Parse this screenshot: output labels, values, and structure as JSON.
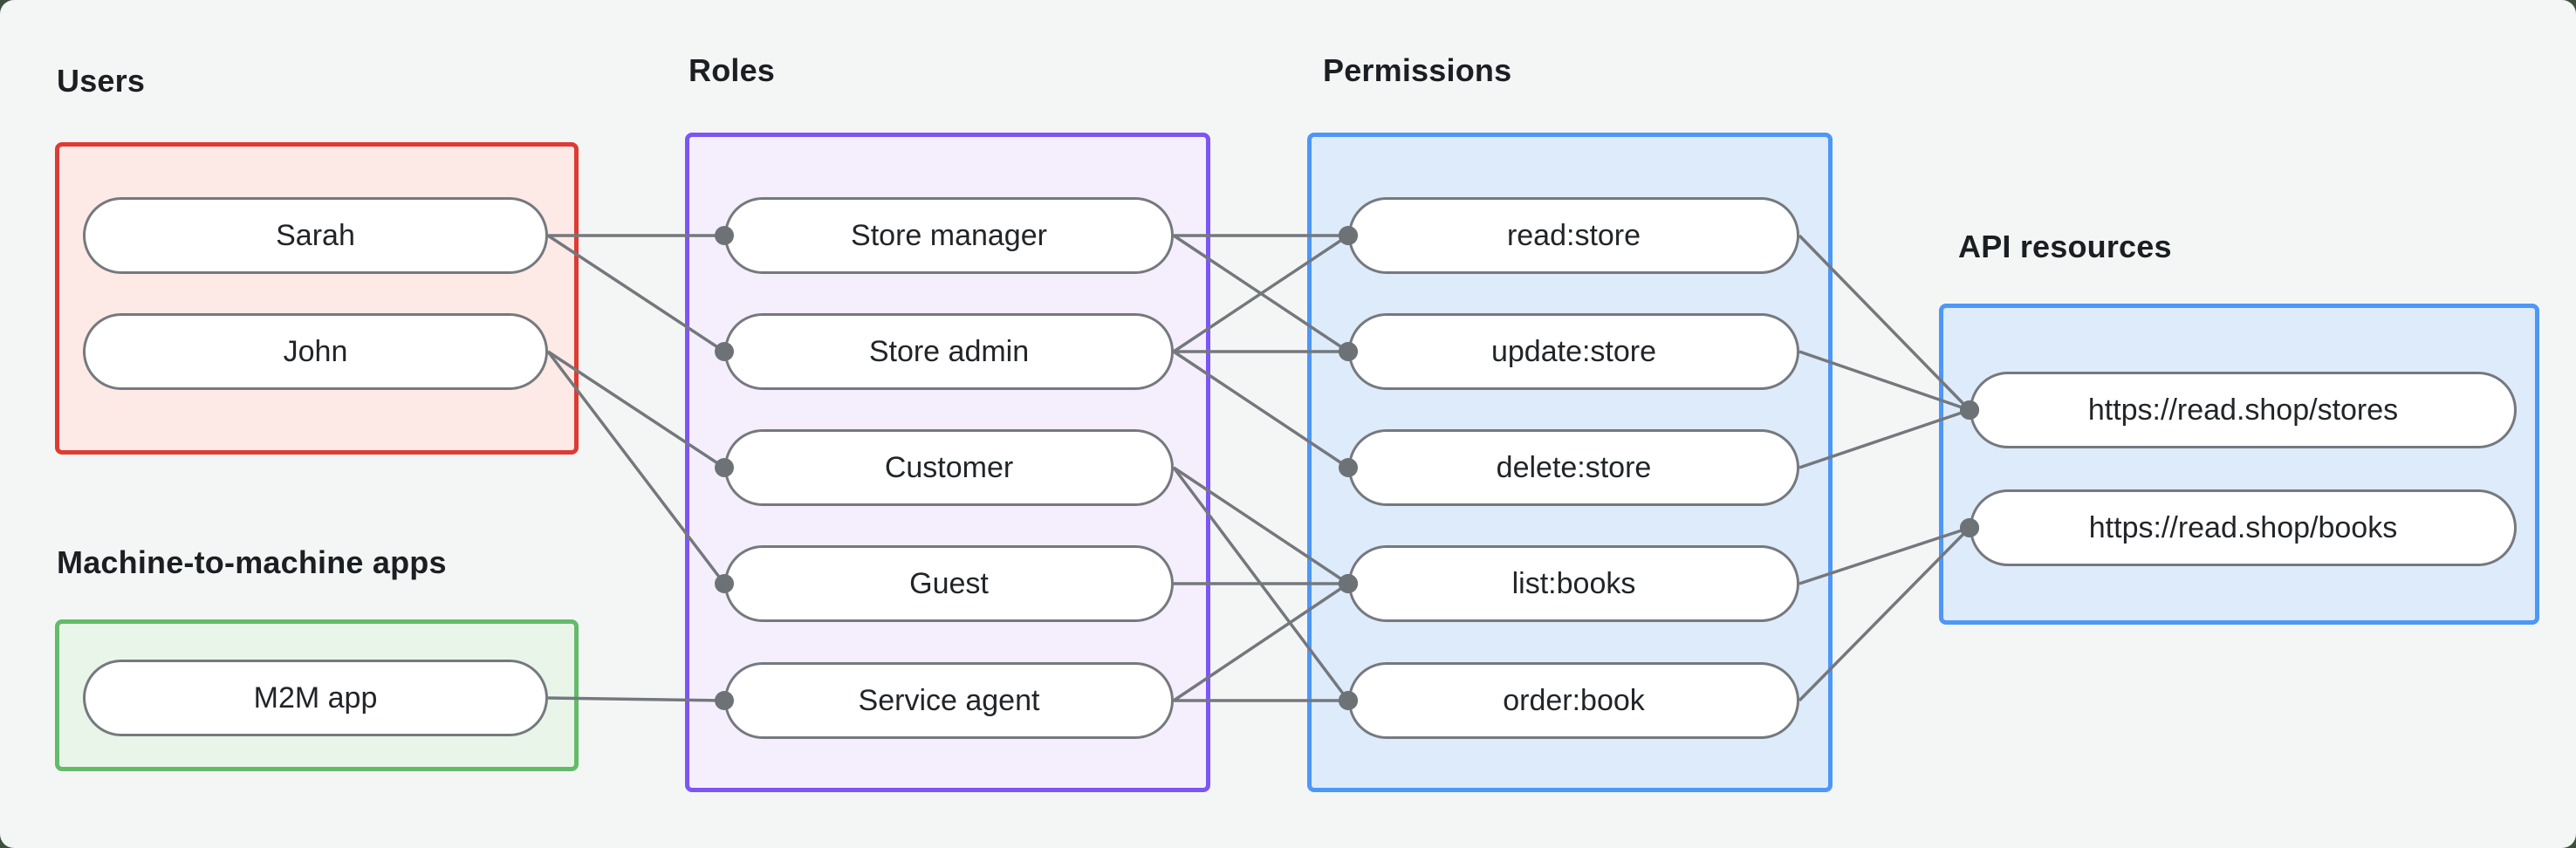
{
  "diagram": {
    "groups": [
      {
        "id": "users",
        "label": "Users",
        "border_color": "#dd3b33",
        "fill_color": "#fdeae7"
      },
      {
        "id": "roles",
        "label": "Roles",
        "border_color": "#7c55f6",
        "fill_color": "#f5effd"
      },
      {
        "id": "permissions",
        "label": "Permissions",
        "border_color": "#4d97f7",
        "fill_color": "#ddebfb"
      },
      {
        "id": "api_resources",
        "label": "API resources",
        "border_color": "#4d97f7",
        "fill_color": "#ddebfb"
      },
      {
        "id": "m2m",
        "label": "Machine-to-machine apps",
        "border_color": "#63bb69",
        "fill_color": "#e9f5e9"
      }
    ],
    "nodes": [
      {
        "id": "sarah",
        "group": "users",
        "label": "Sarah"
      },
      {
        "id": "john",
        "group": "users",
        "label": "John"
      },
      {
        "id": "m2m-app",
        "group": "m2m",
        "label": "M2M app"
      },
      {
        "id": "store-manager",
        "group": "roles",
        "label": "Store manager"
      },
      {
        "id": "store-admin",
        "group": "roles",
        "label": "Store admin"
      },
      {
        "id": "customer",
        "group": "roles",
        "label": "Customer"
      },
      {
        "id": "guest",
        "group": "roles",
        "label": "Guest"
      },
      {
        "id": "service-agent",
        "group": "roles",
        "label": "Service agent"
      },
      {
        "id": "read-store",
        "group": "permissions",
        "label": "read:store"
      },
      {
        "id": "update-store",
        "group": "permissions",
        "label": "update:store"
      },
      {
        "id": "delete-store",
        "group": "permissions",
        "label": "delete:store"
      },
      {
        "id": "list-books",
        "group": "permissions",
        "label": "list:books"
      },
      {
        "id": "order-book",
        "group": "permissions",
        "label": "order:book"
      },
      {
        "id": "stores",
        "group": "api_resources",
        "label": "https://read.shop/stores"
      },
      {
        "id": "books",
        "group": "api_resources",
        "label": "https://read.shop/books"
      }
    ],
    "edges": [
      {
        "from": "sarah",
        "to": "store-manager"
      },
      {
        "from": "sarah",
        "to": "store-admin"
      },
      {
        "from": "john",
        "to": "customer"
      },
      {
        "from": "john",
        "to": "guest"
      },
      {
        "from": "m2m-app",
        "to": "service-agent"
      },
      {
        "from": "store-manager",
        "to": "read-store"
      },
      {
        "from": "store-manager",
        "to": "update-store"
      },
      {
        "from": "store-admin",
        "to": "read-store"
      },
      {
        "from": "store-admin",
        "to": "update-store"
      },
      {
        "from": "store-admin",
        "to": "delete-store"
      },
      {
        "from": "customer",
        "to": "list-books"
      },
      {
        "from": "customer",
        "to": "order-book"
      },
      {
        "from": "guest",
        "to": "list-books"
      },
      {
        "from": "service-agent",
        "to": "list-books"
      },
      {
        "from": "service-agent",
        "to": "order-book"
      },
      {
        "from": "read-store",
        "to": "stores"
      },
      {
        "from": "update-store",
        "to": "stores"
      },
      {
        "from": "delete-store",
        "to": "stores"
      },
      {
        "from": "list-books",
        "to": "books"
      },
      {
        "from": "order-book",
        "to": "books"
      }
    ],
    "colors": {
      "edge": "#74787d",
      "dot": "#6d7277",
      "node_border": "#75797e",
      "node_fill": "#ffffff",
      "text": "#212529",
      "background": "#f4f6f5",
      "outer_background": "#3d4f3f"
    }
  }
}
